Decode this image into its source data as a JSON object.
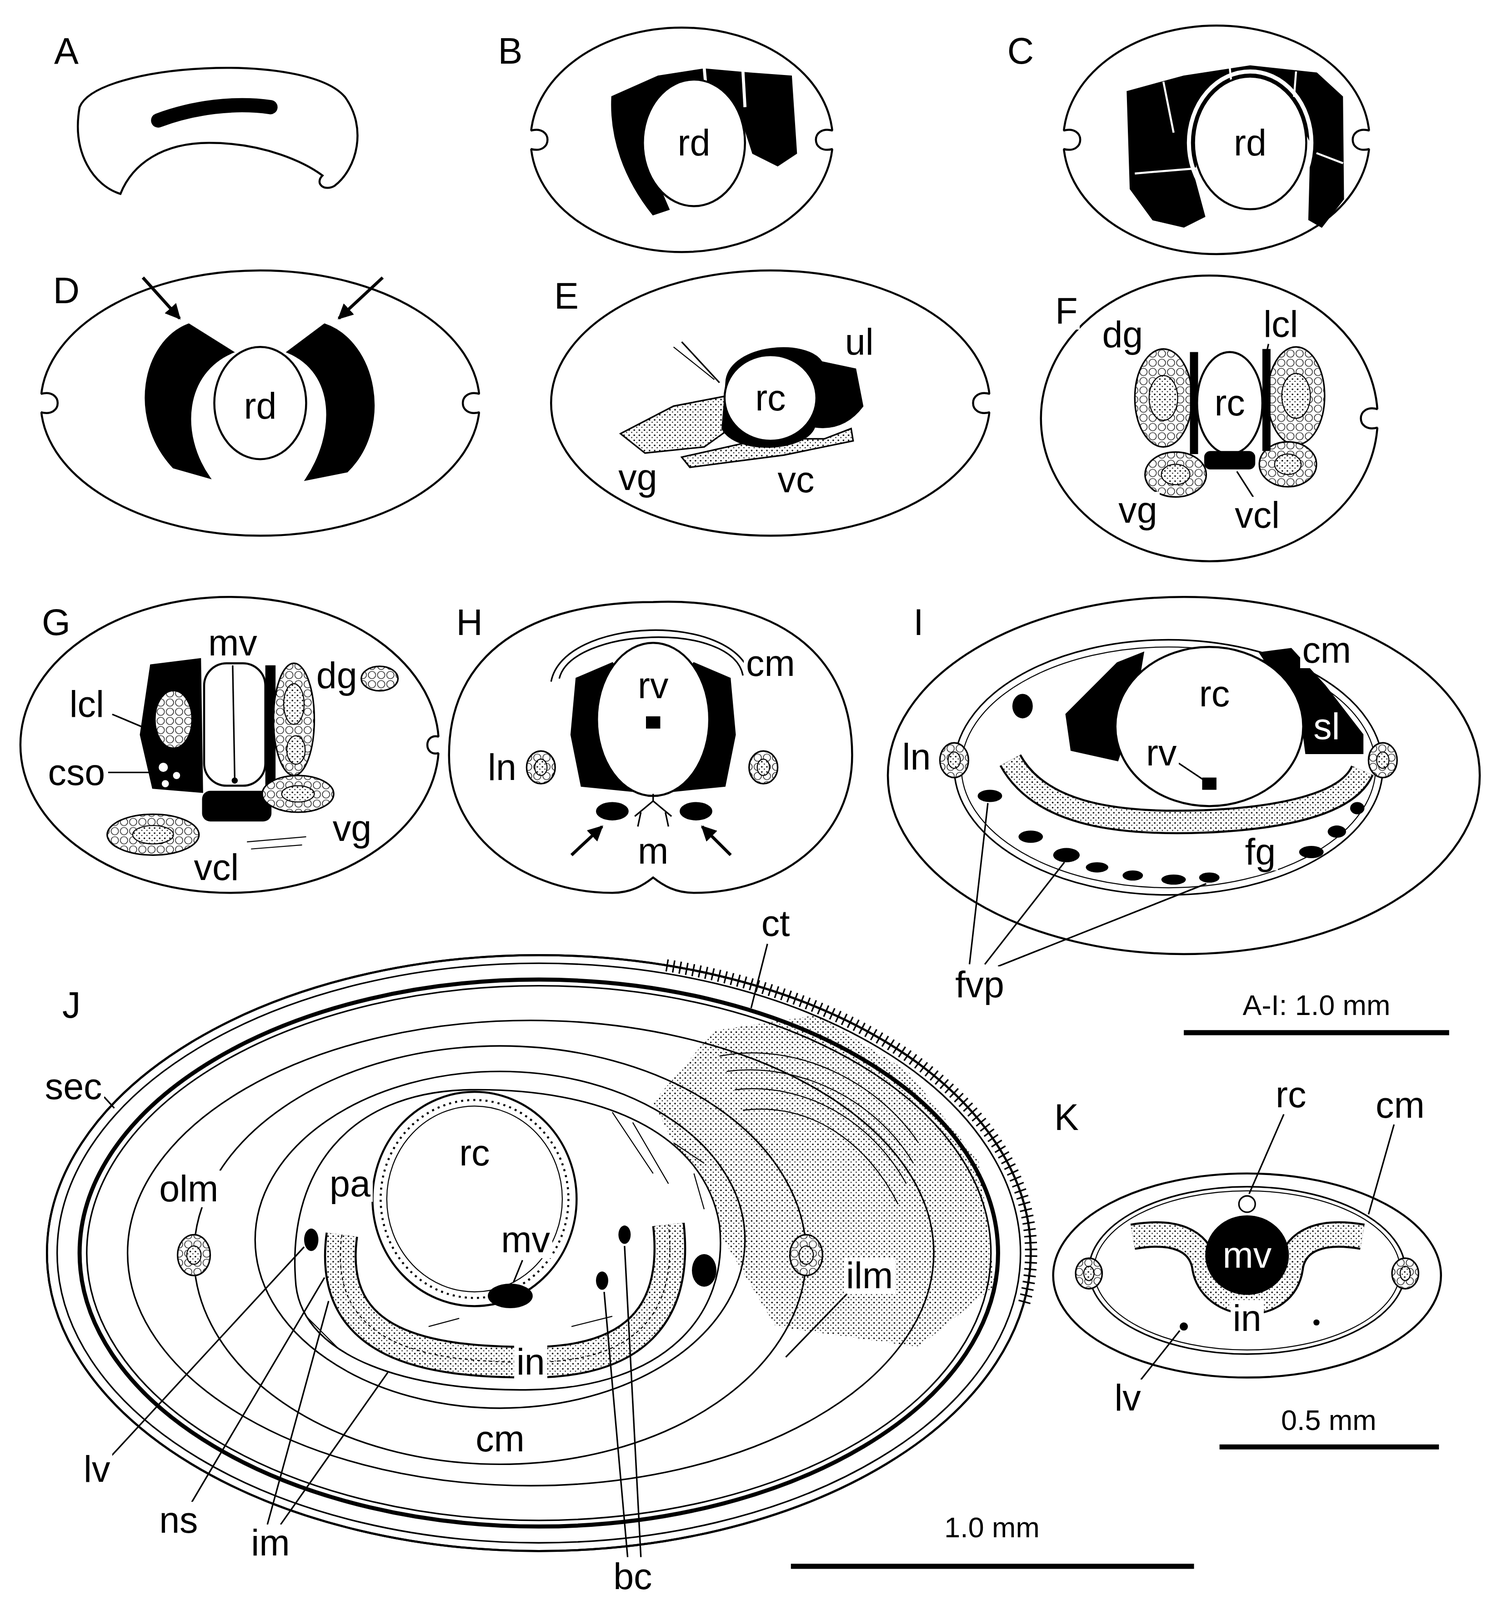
{
  "diagram": {
    "labels": [
      "A",
      "B",
      "rd",
      "C",
      "rd",
      "D",
      "rd",
      "E",
      "ul",
      "rc",
      "vg",
      "vc",
      "F",
      "lcl",
      "dg",
      "rc",
      "vg",
      "vcl",
      "G",
      "mv",
      "lcl",
      "dg",
      "cso",
      "vg",
      "vcl",
      "H",
      "cm",
      "rv",
      "ln",
      "m",
      "I",
      "cm",
      "rc",
      "ln",
      "rv",
      "sl",
      "fg",
      "fvp",
      "A-I: 1.0 mm",
      "J",
      "ct",
      "sec",
      "olm",
      "rc",
      "pa",
      "mv",
      "in",
      "ilm",
      "cm",
      "lv",
      "ns",
      "im",
      "bc",
      "1.0 mm",
      "K",
      "rc",
      "cm",
      "mv",
      "in",
      "lv",
      "0.5 mm"
    ]
  }
}
